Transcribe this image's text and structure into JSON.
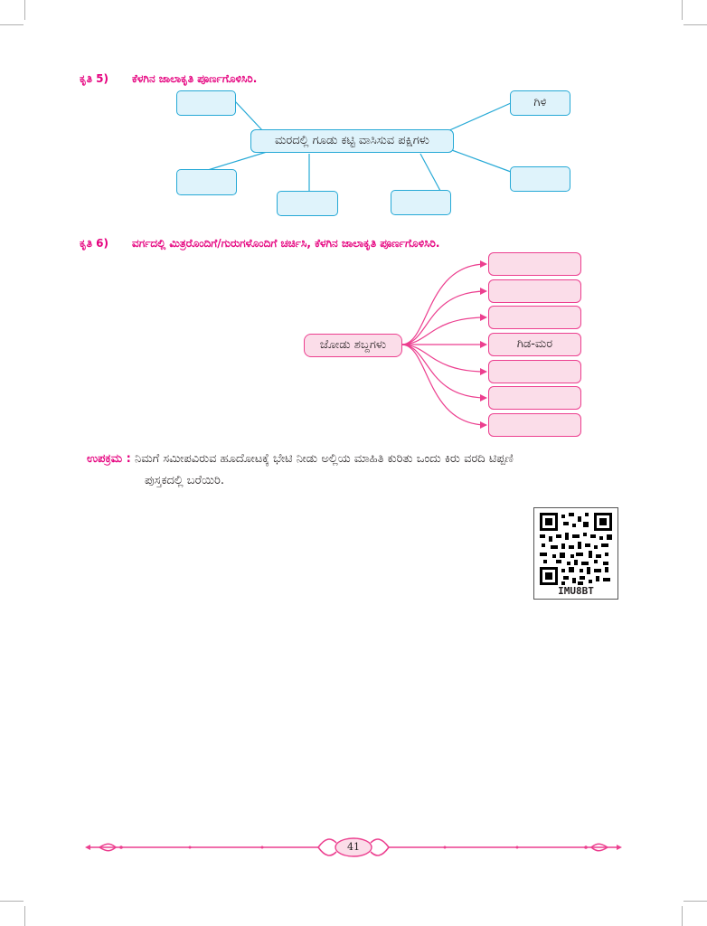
{
  "activity5": {
    "number": "ಕೃತಿ 5)",
    "instruction": "ಕೆಳಗಿನ ಜಾಲಾಕೃತಿ ಪೂರ್ಣಗೊಳಿಸಿರಿ.",
    "center": "ಮರದಲ್ಲಿ ಗೂಡು ಕಟ್ಟಿ ವಾಸಿಸುವ ಪಕ್ಷಿಗಳು",
    "boxes": [
      "",
      "ಗಿಳಿ",
      "",
      "",
      "",
      ""
    ]
  },
  "activity6": {
    "number": "ಕೃತಿ 6)",
    "instruction": "ವರ್ಗದಲ್ಲಿ ಮಿತ್ರರೊಂದಿಗೆ/ಗುರುಗಳೊಂದಿಗೆ ಚರ್ಚಿಸಿ, ಕೆಳಗಿನ ಜಾಲಾಕೃತಿ ಪೂರ್ಣಗೊಳಿಸಿರಿ.",
    "center": "ಜೋಡು ಶಬ್ದಗಳು",
    "boxes": [
      "",
      "",
      "",
      "ಗಿಡ-ಮರ",
      "",
      "",
      ""
    ]
  },
  "project": {
    "label": "ಉಪಕ್ರಮ :",
    "line1": "ನಿಮಗೆ ಸಮೀಪವಿರುವ ಹೂದೋಟಕ್ಕೆ ಭೇಟಿ ನೀಡು ಅಲ್ಲಿಯ ಮಾಹಿತಿ ಕುರಿತು ಒಂದು ಕಿರು ವರದಿ ಟಿಪ್ಪಣಿ",
    "line2": "ಪುಸ್ತಕದಲ್ಲಿ ಬರೆಯಿರಿ."
  },
  "qr": {
    "code": "IMU8BT"
  },
  "footer": {
    "page_number": "41"
  },
  "colors": {
    "accent": "#e5007e",
    "cyan": "#26a9d6",
    "pink_fill": "#fbdde9"
  }
}
